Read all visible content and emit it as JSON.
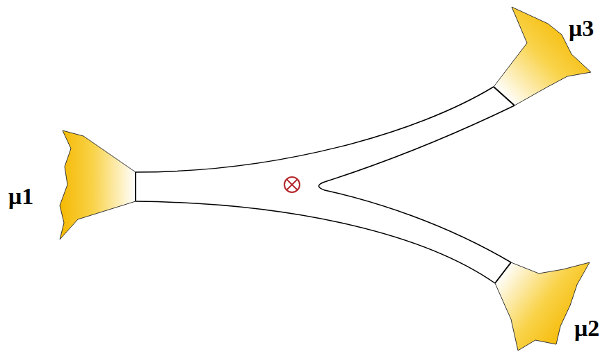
{
  "diagram": {
    "labels": [
      "μ1",
      "μ3",
      "μ2"
    ]
  }
}
